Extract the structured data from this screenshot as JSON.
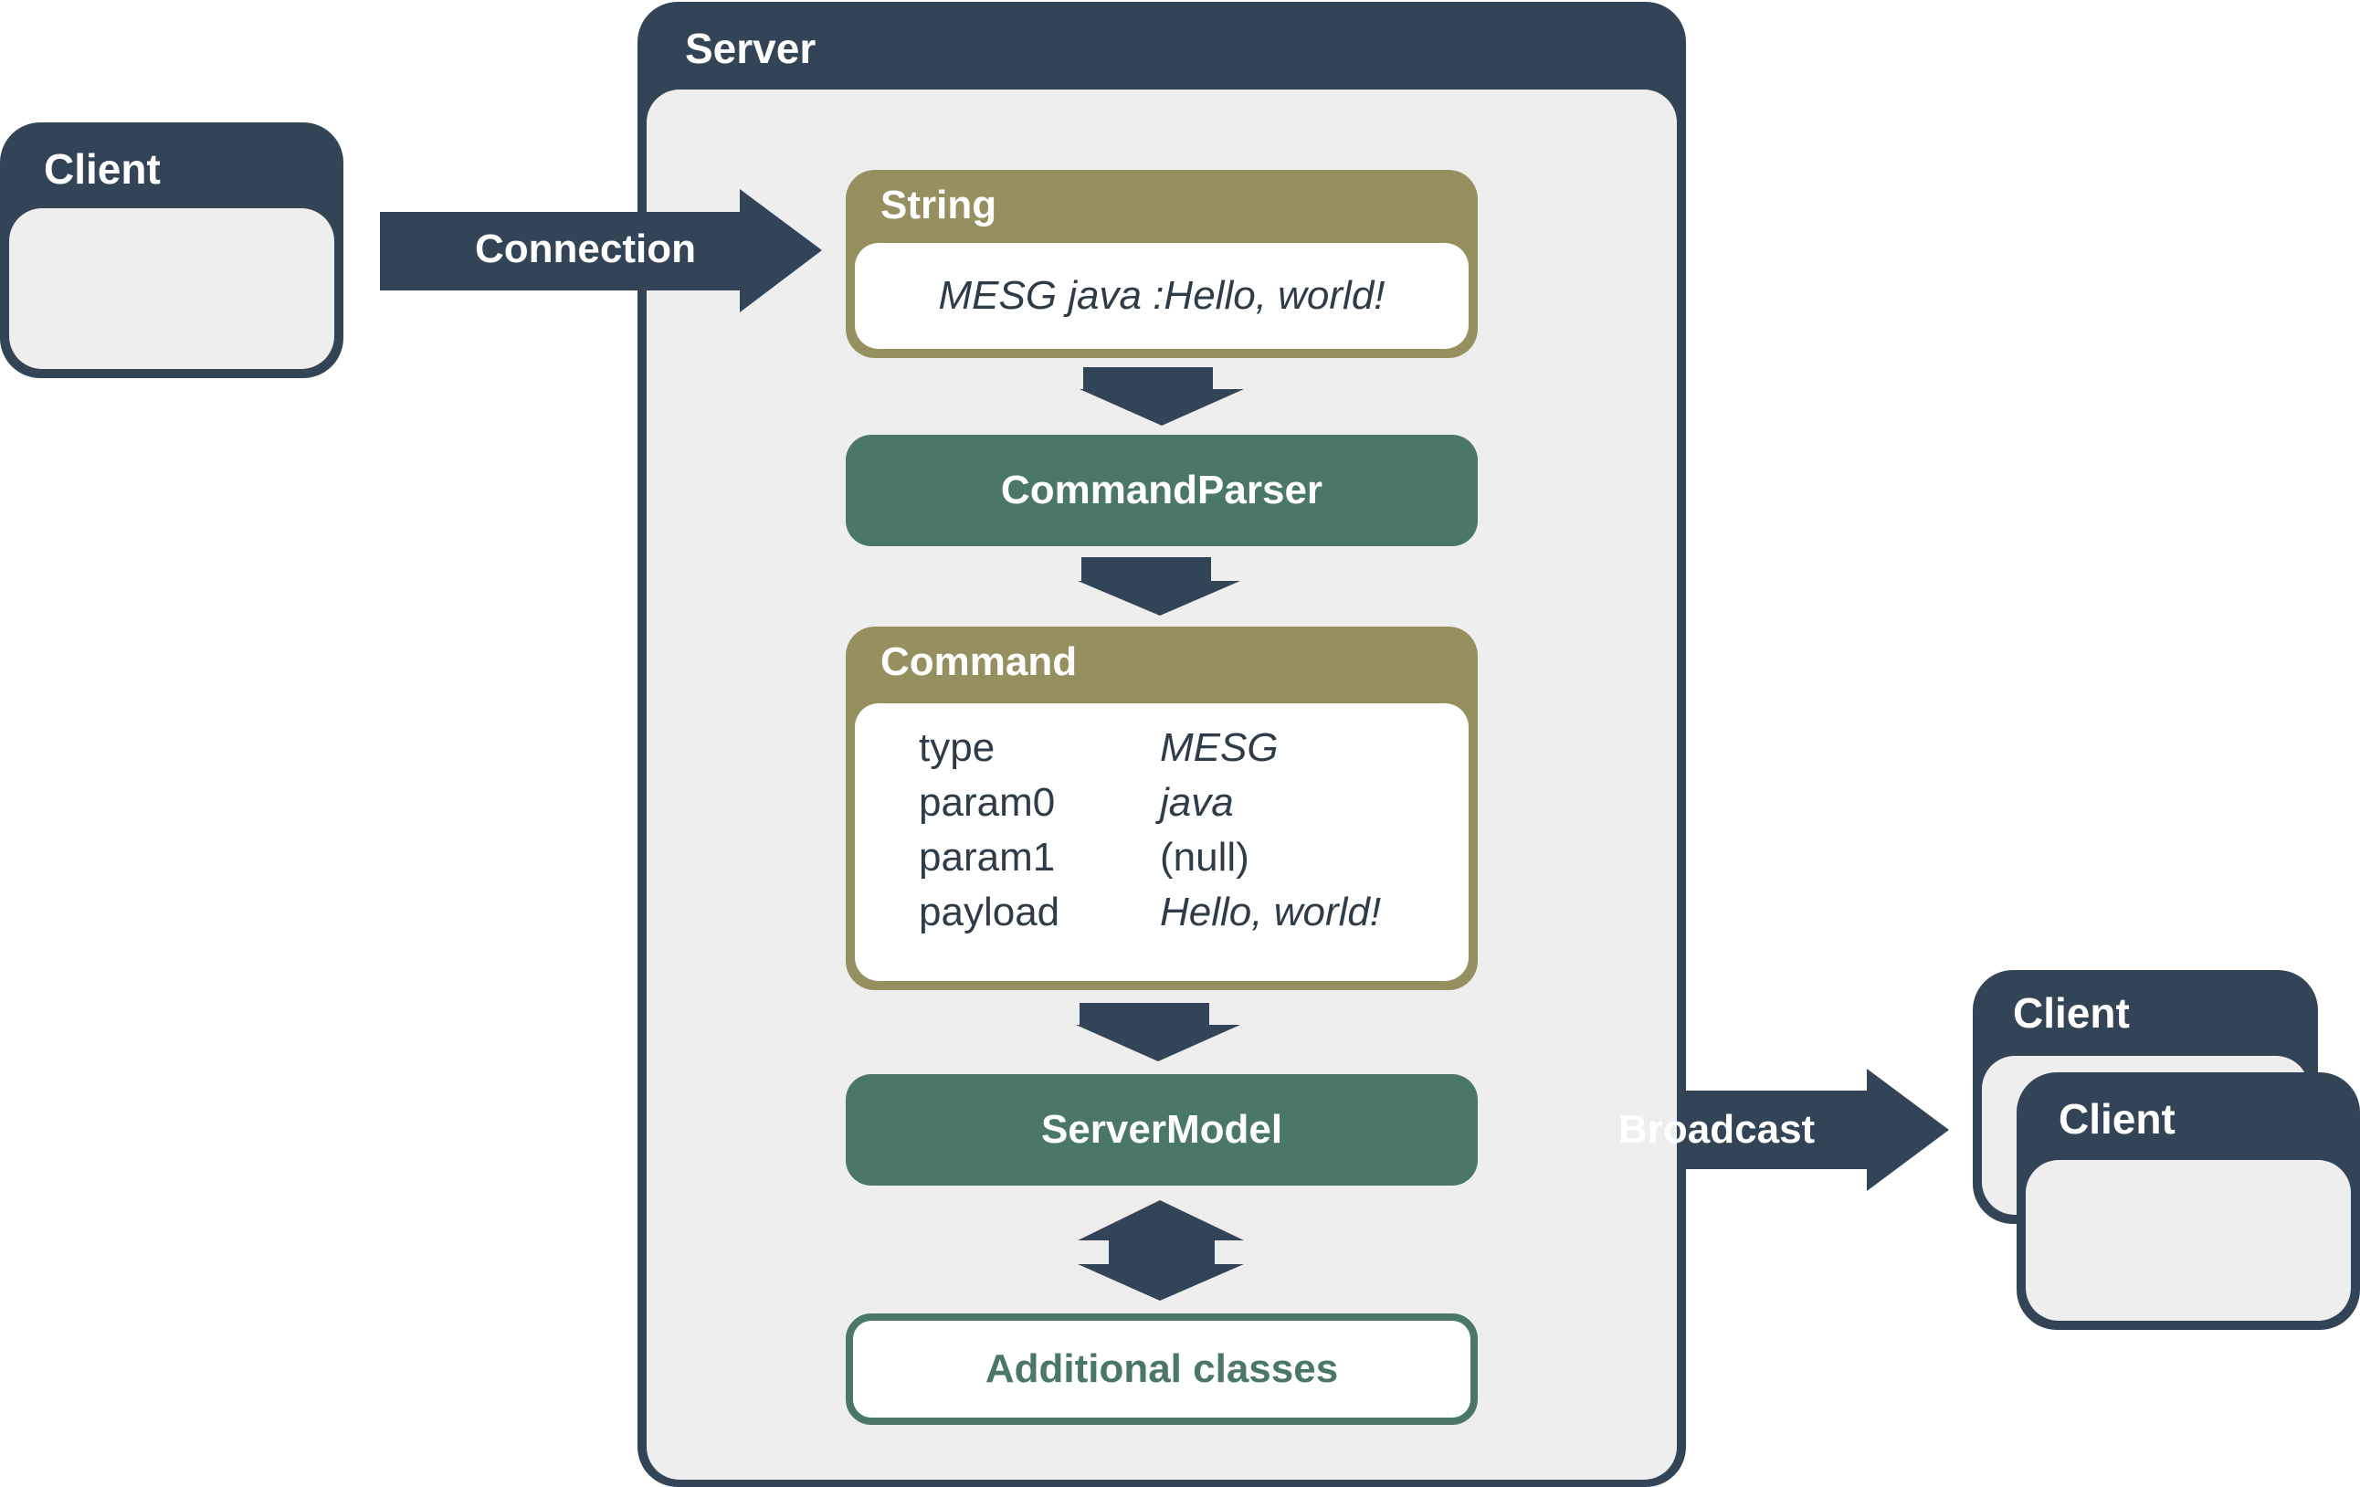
{
  "client_left": {
    "title": "Client"
  },
  "connection": {
    "label": "Connection"
  },
  "server": {
    "title": "Server",
    "string_box": {
      "title": "String",
      "value": "MESG java :Hello, world!"
    },
    "command_parser": {
      "label": "CommandParser"
    },
    "command_box": {
      "title": "Command",
      "fields": [
        {
          "key": "type",
          "value": "MESG"
        },
        {
          "key": "param0",
          "value": "java"
        },
        {
          "key": "param1",
          "value": "(null)"
        },
        {
          "key": "payload",
          "value": "Hello, world!"
        }
      ]
    },
    "server_model": {
      "label": "ServerModel"
    },
    "additional_classes": {
      "label": "Additional classes"
    }
  },
  "broadcast": {
    "label": "Broadcast"
  },
  "clients_right": [
    {
      "title": "Client"
    },
    {
      "title": "Client"
    }
  ],
  "colors": {
    "navy": "#324455",
    "olive": "#968f5f",
    "green": "#4a7766",
    "panel_gray": "#eeeeee"
  }
}
